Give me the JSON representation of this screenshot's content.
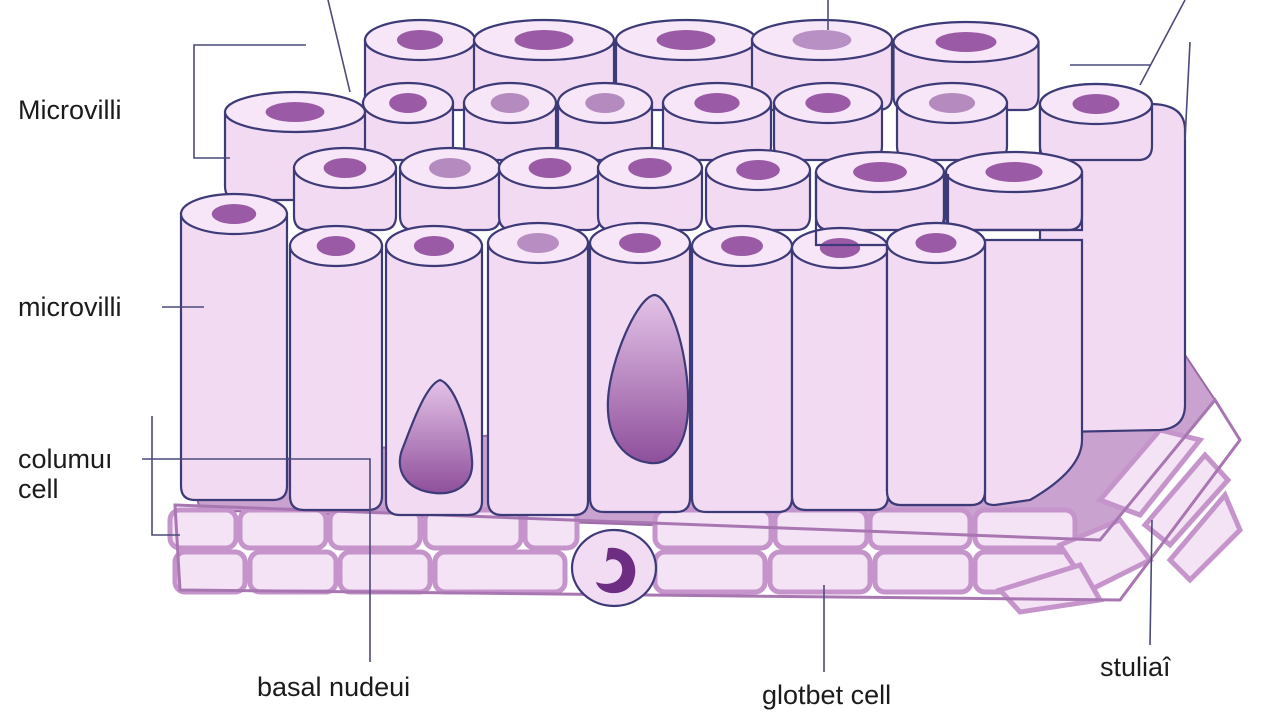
{
  "labels": {
    "microvilli_top": "Microvilli",
    "microvilli_side": "microvilli",
    "columnar_cell": "columuı\ncell",
    "basal_nuclei": "basal nudeui",
    "goblet_cell": "glotbet cell",
    "stroma": "stuliaî"
  },
  "colors": {
    "cell_fill": "#f1daf2",
    "cell_top_fill": "#f6e6f7",
    "outline": "#3d3a78",
    "nucleus": "#9a5aa6",
    "goblet_mucus": "#8e4f9b",
    "basement_membrane": "#b587bf",
    "connective_tissue": "#c594cb",
    "leader_line": "#4a4a7c"
  },
  "icons": {
    "columnar_cell": "columnar-cell-shape",
    "goblet_cell": "goblet-teardrop-shape",
    "nucleus": "oval-nucleus-shape"
  }
}
